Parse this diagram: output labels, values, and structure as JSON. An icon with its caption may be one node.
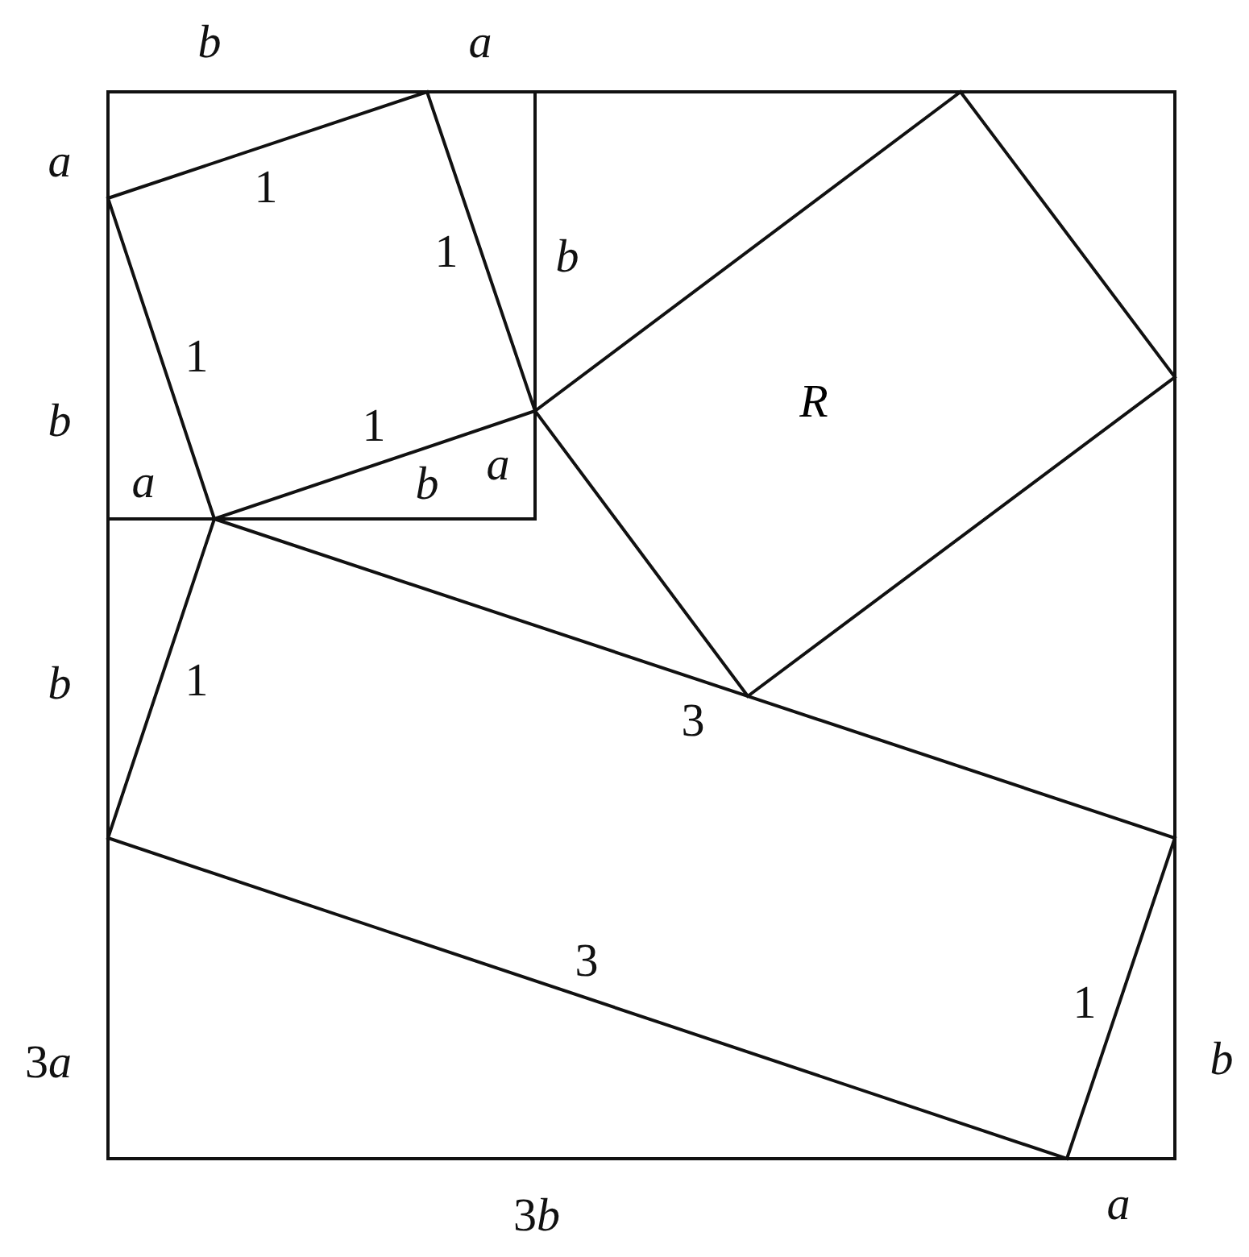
{
  "diagram": {
    "nodes": [
      {
        "text": [
          "R"
        ]
      }
    ],
    "labels": [
      "b",
      "a",
      "a",
      "1",
      "1",
      "b",
      "1",
      "b",
      "1",
      "a",
      "b",
      "a",
      "b",
      "1",
      "3",
      "3",
      "1",
      "3a",
      "b",
      "3b",
      "a"
    ]
  }
}
